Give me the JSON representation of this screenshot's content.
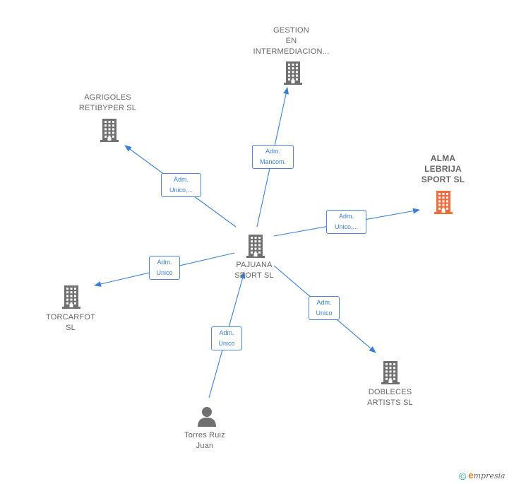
{
  "colors": {
    "edge": "#3a7fd5",
    "building": "#707070",
    "highlight": "#f26b3a",
    "person": "#707070"
  },
  "nodes": [
    {
      "id": "gestion",
      "label": "GESTION\nEN\nINTERMEDIACION...",
      "icon": "building-icon"
    },
    {
      "id": "agrigoles",
      "label": "AGRIGOLES\nRETIBYPER  SL",
      "icon": "building-icon"
    },
    {
      "id": "alma",
      "label": "ALMA\nLEBRIJA\nSPORT  SL",
      "icon": "building-icon",
      "highlight": true
    },
    {
      "id": "pajuana",
      "label": "PAJUANA\nSPORT SL",
      "icon": "building-icon"
    },
    {
      "id": "torcarfot",
      "label": "TORCARFOT\nSL",
      "icon": "building-icon"
    },
    {
      "id": "dobleces",
      "label": "DOBLECES\nARTISTS  SL",
      "icon": "building-icon"
    },
    {
      "id": "torres",
      "label": "Torres Ruiz\nJuan",
      "icon": "person-icon"
    }
  ],
  "edges": [
    {
      "from": "pajuana",
      "to": "gestion",
      "label": "Adm.\nMancom."
    },
    {
      "from": "pajuana",
      "to": "agrigoles",
      "label": "Adm.\nUnico,..."
    },
    {
      "from": "pajuana",
      "to": "alma",
      "label": "Adm.\nUnico,..."
    },
    {
      "from": "pajuana",
      "to": "torcarfot",
      "label": "Adm.\nUnico"
    },
    {
      "from": "pajuana",
      "to": "dobleces",
      "label": "Adm.\nUnico"
    },
    {
      "from": "torres",
      "to": "pajuana",
      "label": "Adm.\nUnico"
    }
  ],
  "footer": {
    "copyright": "©",
    "brand_initial": "e",
    "brand_rest": "mpresia"
  }
}
